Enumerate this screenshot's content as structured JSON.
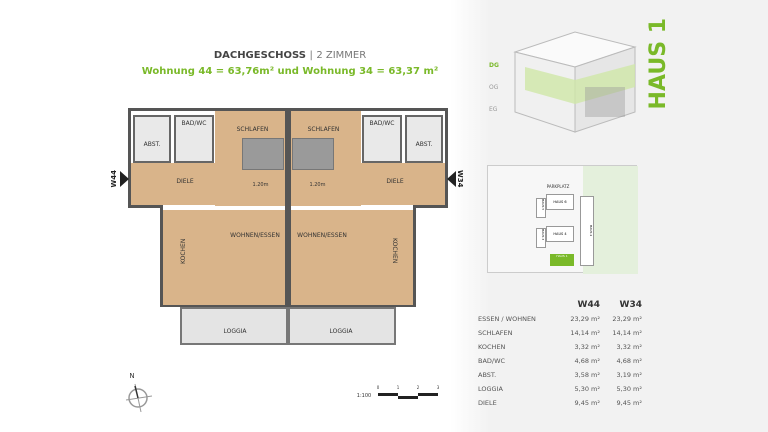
{
  "header": {
    "title": "DACHGESCHOSS",
    "separator": "|",
    "subtitle": "2 ZIMMER",
    "areas": "Wohnung 44 = 63,76m² und Wohnung 34 = 63,37 m²"
  },
  "building": {
    "name": "HAUS 1",
    "floors": [
      "DG",
      "OG",
      "EG"
    ],
    "accent": "#7ab929"
  },
  "siteplan": {
    "parking": "PARKPLATZ",
    "houses": [
      "HAUS 6",
      "HAUS 5",
      "HAUS 4",
      "HAUS 3",
      "HAUS 2",
      "HAUS 1"
    ]
  },
  "plan": {
    "w44": {
      "tag": "W44",
      "rooms": {
        "abst": "ABST.",
        "bad": "BAD/WC",
        "schlafen": "SCHLAFEN",
        "diele": "DIELE",
        "kochen": "KOCHEN",
        "wohnen": "WOHNEN/ESSEN",
        "loggia": "LOGGIA"
      },
      "turn": "1.20m"
    },
    "w34": {
      "tag": "W34",
      "rooms": {
        "abst": "ABST.",
        "bad": "BAD/WC",
        "schlafen": "SCHLAFEN",
        "diele": "DIELE",
        "kochen": "KOCHEN",
        "wohnen": "WOHNEN/ESSEN",
        "loggia": "LOGGIA"
      },
      "turn": "1.20m"
    }
  },
  "compass": {
    "north": "N"
  },
  "scale": {
    "label": "1:100",
    "ticks": [
      "0",
      "1",
      "2",
      "3"
    ]
  },
  "table": {
    "headers": [
      "W44",
      "W34"
    ],
    "rows": [
      {
        "room": "ESSEN / WOHNEN",
        "w44": "23,29 m²",
        "w34": "23,29 m²"
      },
      {
        "room": "SCHLAFEN",
        "w44": "14,14 m²",
        "w34": "14,14 m²"
      },
      {
        "room": "KOCHEN",
        "w44": "3,32 m²",
        "w34": "3,32 m²"
      },
      {
        "room": "BAD/WC",
        "w44": "4,68 m²",
        "w34": "4,68 m²"
      },
      {
        "room": "ABST.",
        "w44": "3,58 m²",
        "w34": "3,19 m²"
      },
      {
        "room": "LOGGIA",
        "w44": "5,30 m²",
        "w34": "5,30 m²"
      },
      {
        "room": "DIELE",
        "w44": "9,45 m²",
        "w34": "9,45 m²"
      }
    ]
  }
}
